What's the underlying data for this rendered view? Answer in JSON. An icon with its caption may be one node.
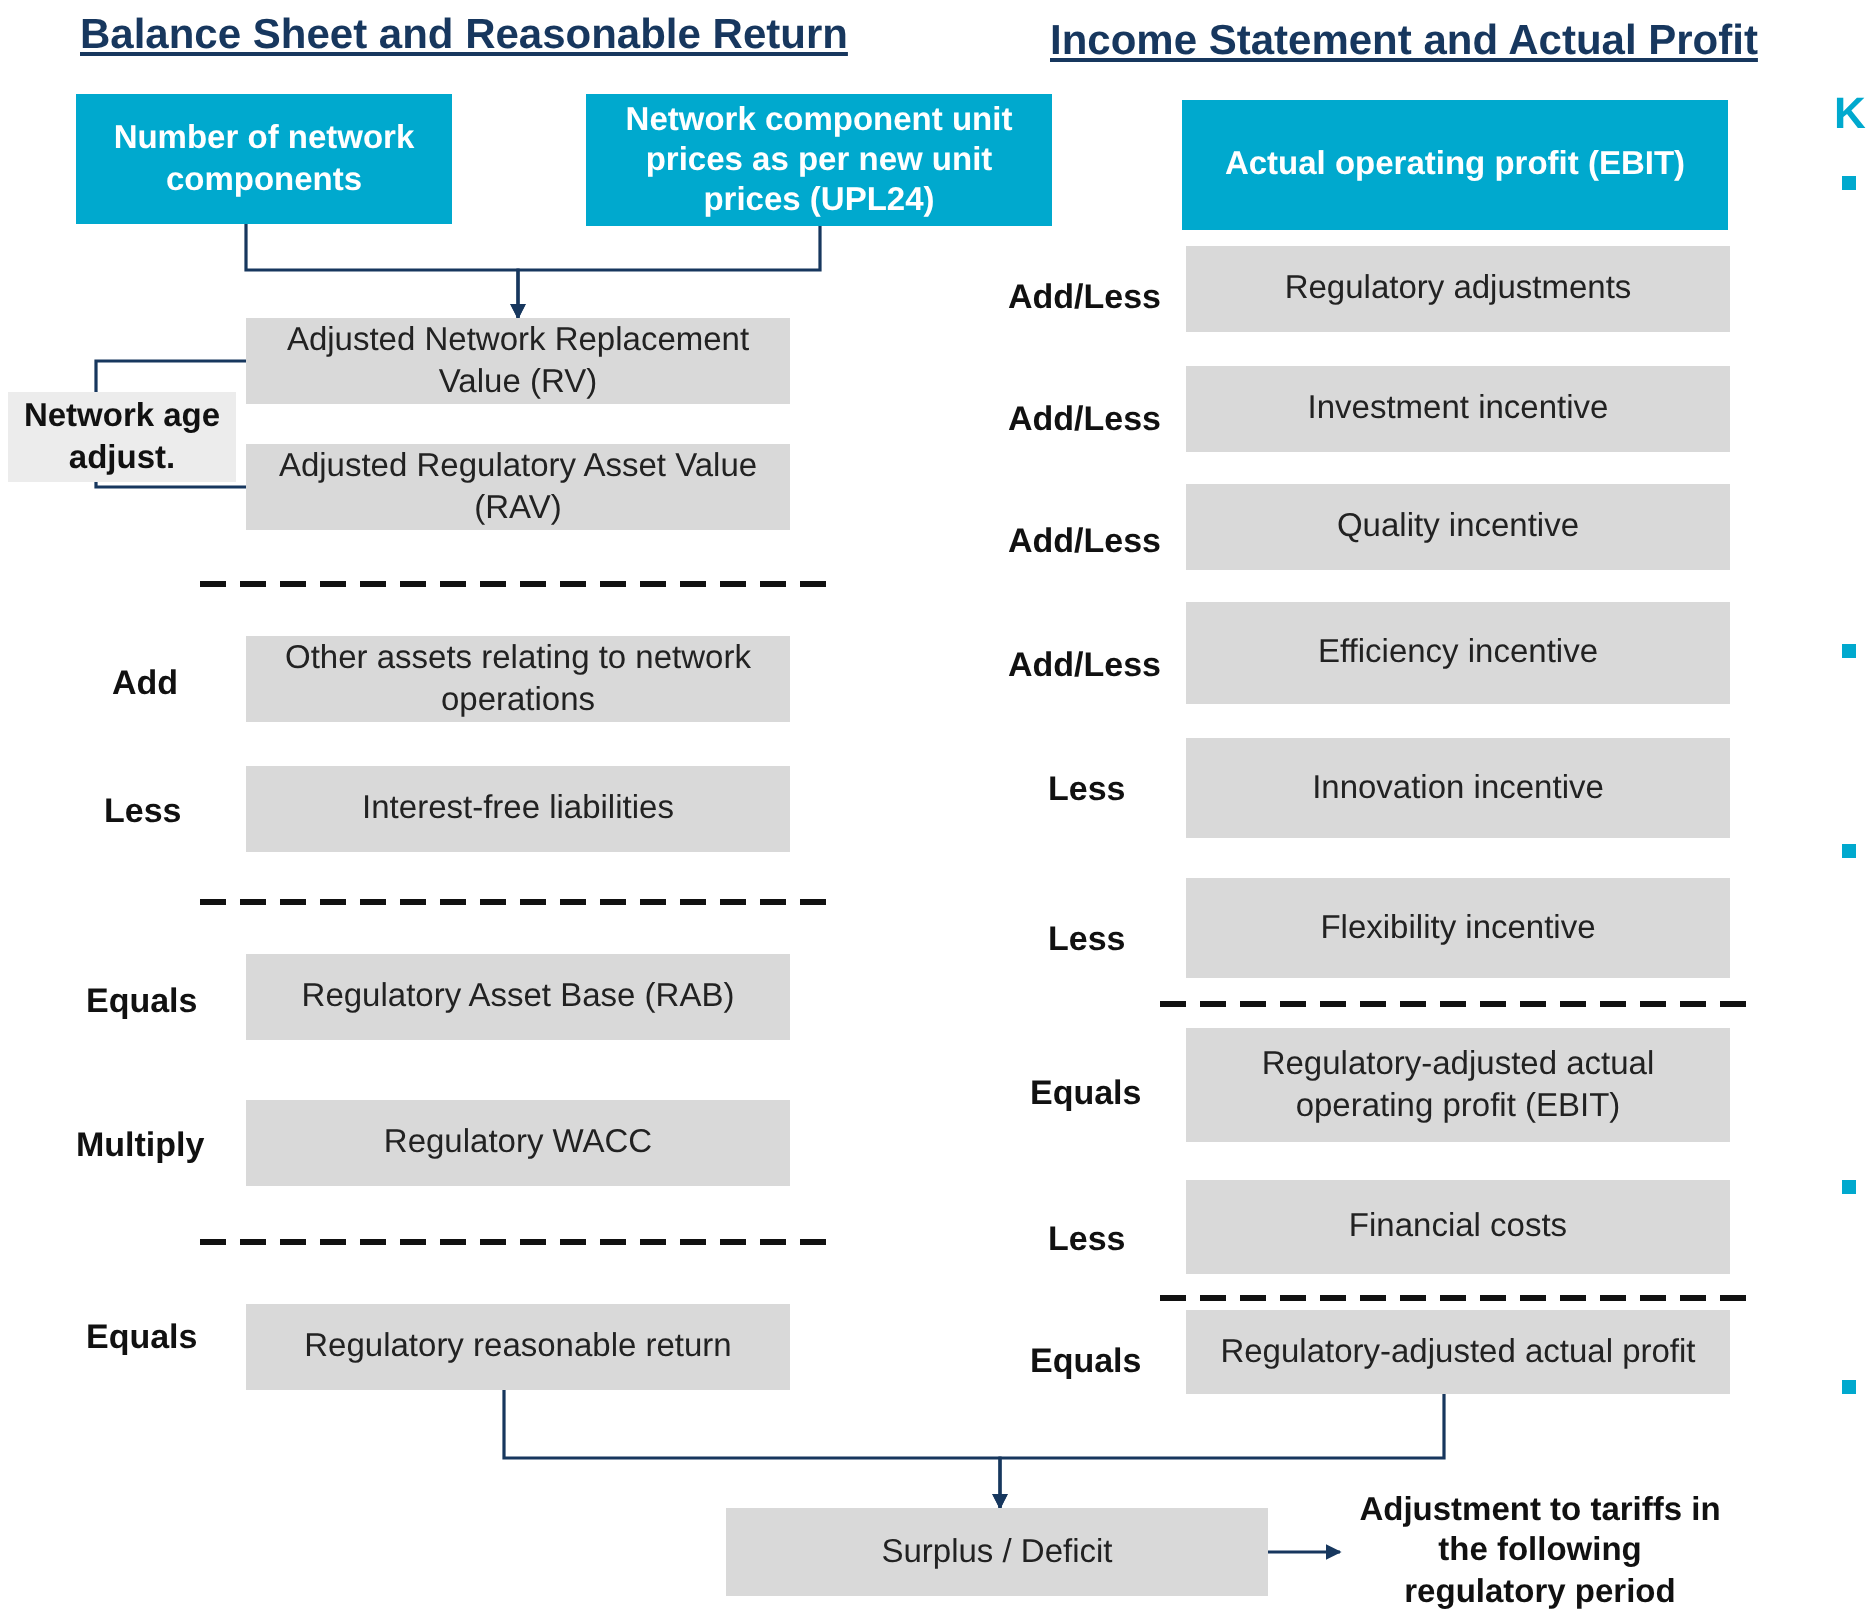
{
  "diagram": {
    "nodes": [
      {
        "text": [
          "Number of network components"
        ]
      },
      {
        "text": [
          "Network component unit prices as per new unit prices (UPL24)"
        ]
      },
      {
        "text": [
          "Adjusted Network Replacement Value (RV)"
        ]
      },
      {
        "text": [
          "Network age adjust."
        ]
      },
      {
        "text": [
          "Adjusted Regulatory Asset Value (RAV)"
        ]
      },
      {
        "text": [
          "Other assets relating to network operations"
        ]
      },
      {
        "text": [
          "Interest-free liabilities"
        ]
      },
      {
        "text": [
          "Regulatory Asset Base (RAB)"
        ]
      },
      {
        "text": [
          "Regulatory WACC"
        ]
      },
      {
        "text": [
          "Regulatory reasonable return"
        ]
      },
      {
        "text": [
          "Actual operating profit (EBIT)"
        ]
      },
      {
        "text": [
          "Regulatory adjustments"
        ]
      },
      {
        "text": [
          "Investment incentive"
        ]
      },
      {
        "text": [
          "Quality incentive"
        ]
      },
      {
        "text": [
          "Efficiency incentive"
        ]
      },
      {
        "text": [
          "Innovation incentive"
        ]
      },
      {
        "text": [
          "Flexibility incentive"
        ]
      },
      {
        "text": [
          "Regulatory-adjusted actual operating profit (EBIT)"
        ]
      },
      {
        "text": [
          "Financial costs"
        ]
      },
      {
        "text": [
          "Regulatory-adjusted actual profit"
        ]
      },
      {
        "text": [
          "Surplus / Deficit"
        ]
      },
      {
        "text": [
          "Adjustment to tariffs in the following regulatory period"
        ]
      }
    ],
    "edges": [
      {
        "from": 0,
        "to": 2,
        "arrow": "to"
      },
      {
        "from": 1,
        "to": 2,
        "arrow": "to"
      },
      {
        "from": 3,
        "to": 2,
        "arrow": "none"
      },
      {
        "from": 3,
        "to": 4,
        "arrow": "none"
      },
      {
        "from": 9,
        "to": 20,
        "arrow": "to"
      },
      {
        "from": 19,
        "to": 20,
        "arrow": "to"
      },
      {
        "from": 20,
        "to": 21,
        "arrow": "to"
      }
    ],
    "labels": [
      "Balance Sheet and Reasonable Return",
      "Income Statement and Actual Profit",
      "K",
      "Add",
      "Less",
      "Equals",
      "Multiply",
      "Equals",
      "Add/Less",
      "Add/Less",
      "Add/Less",
      "Add/Less",
      "Less",
      "Less",
      "Equals",
      "Less",
      "Equals"
    ]
  }
}
